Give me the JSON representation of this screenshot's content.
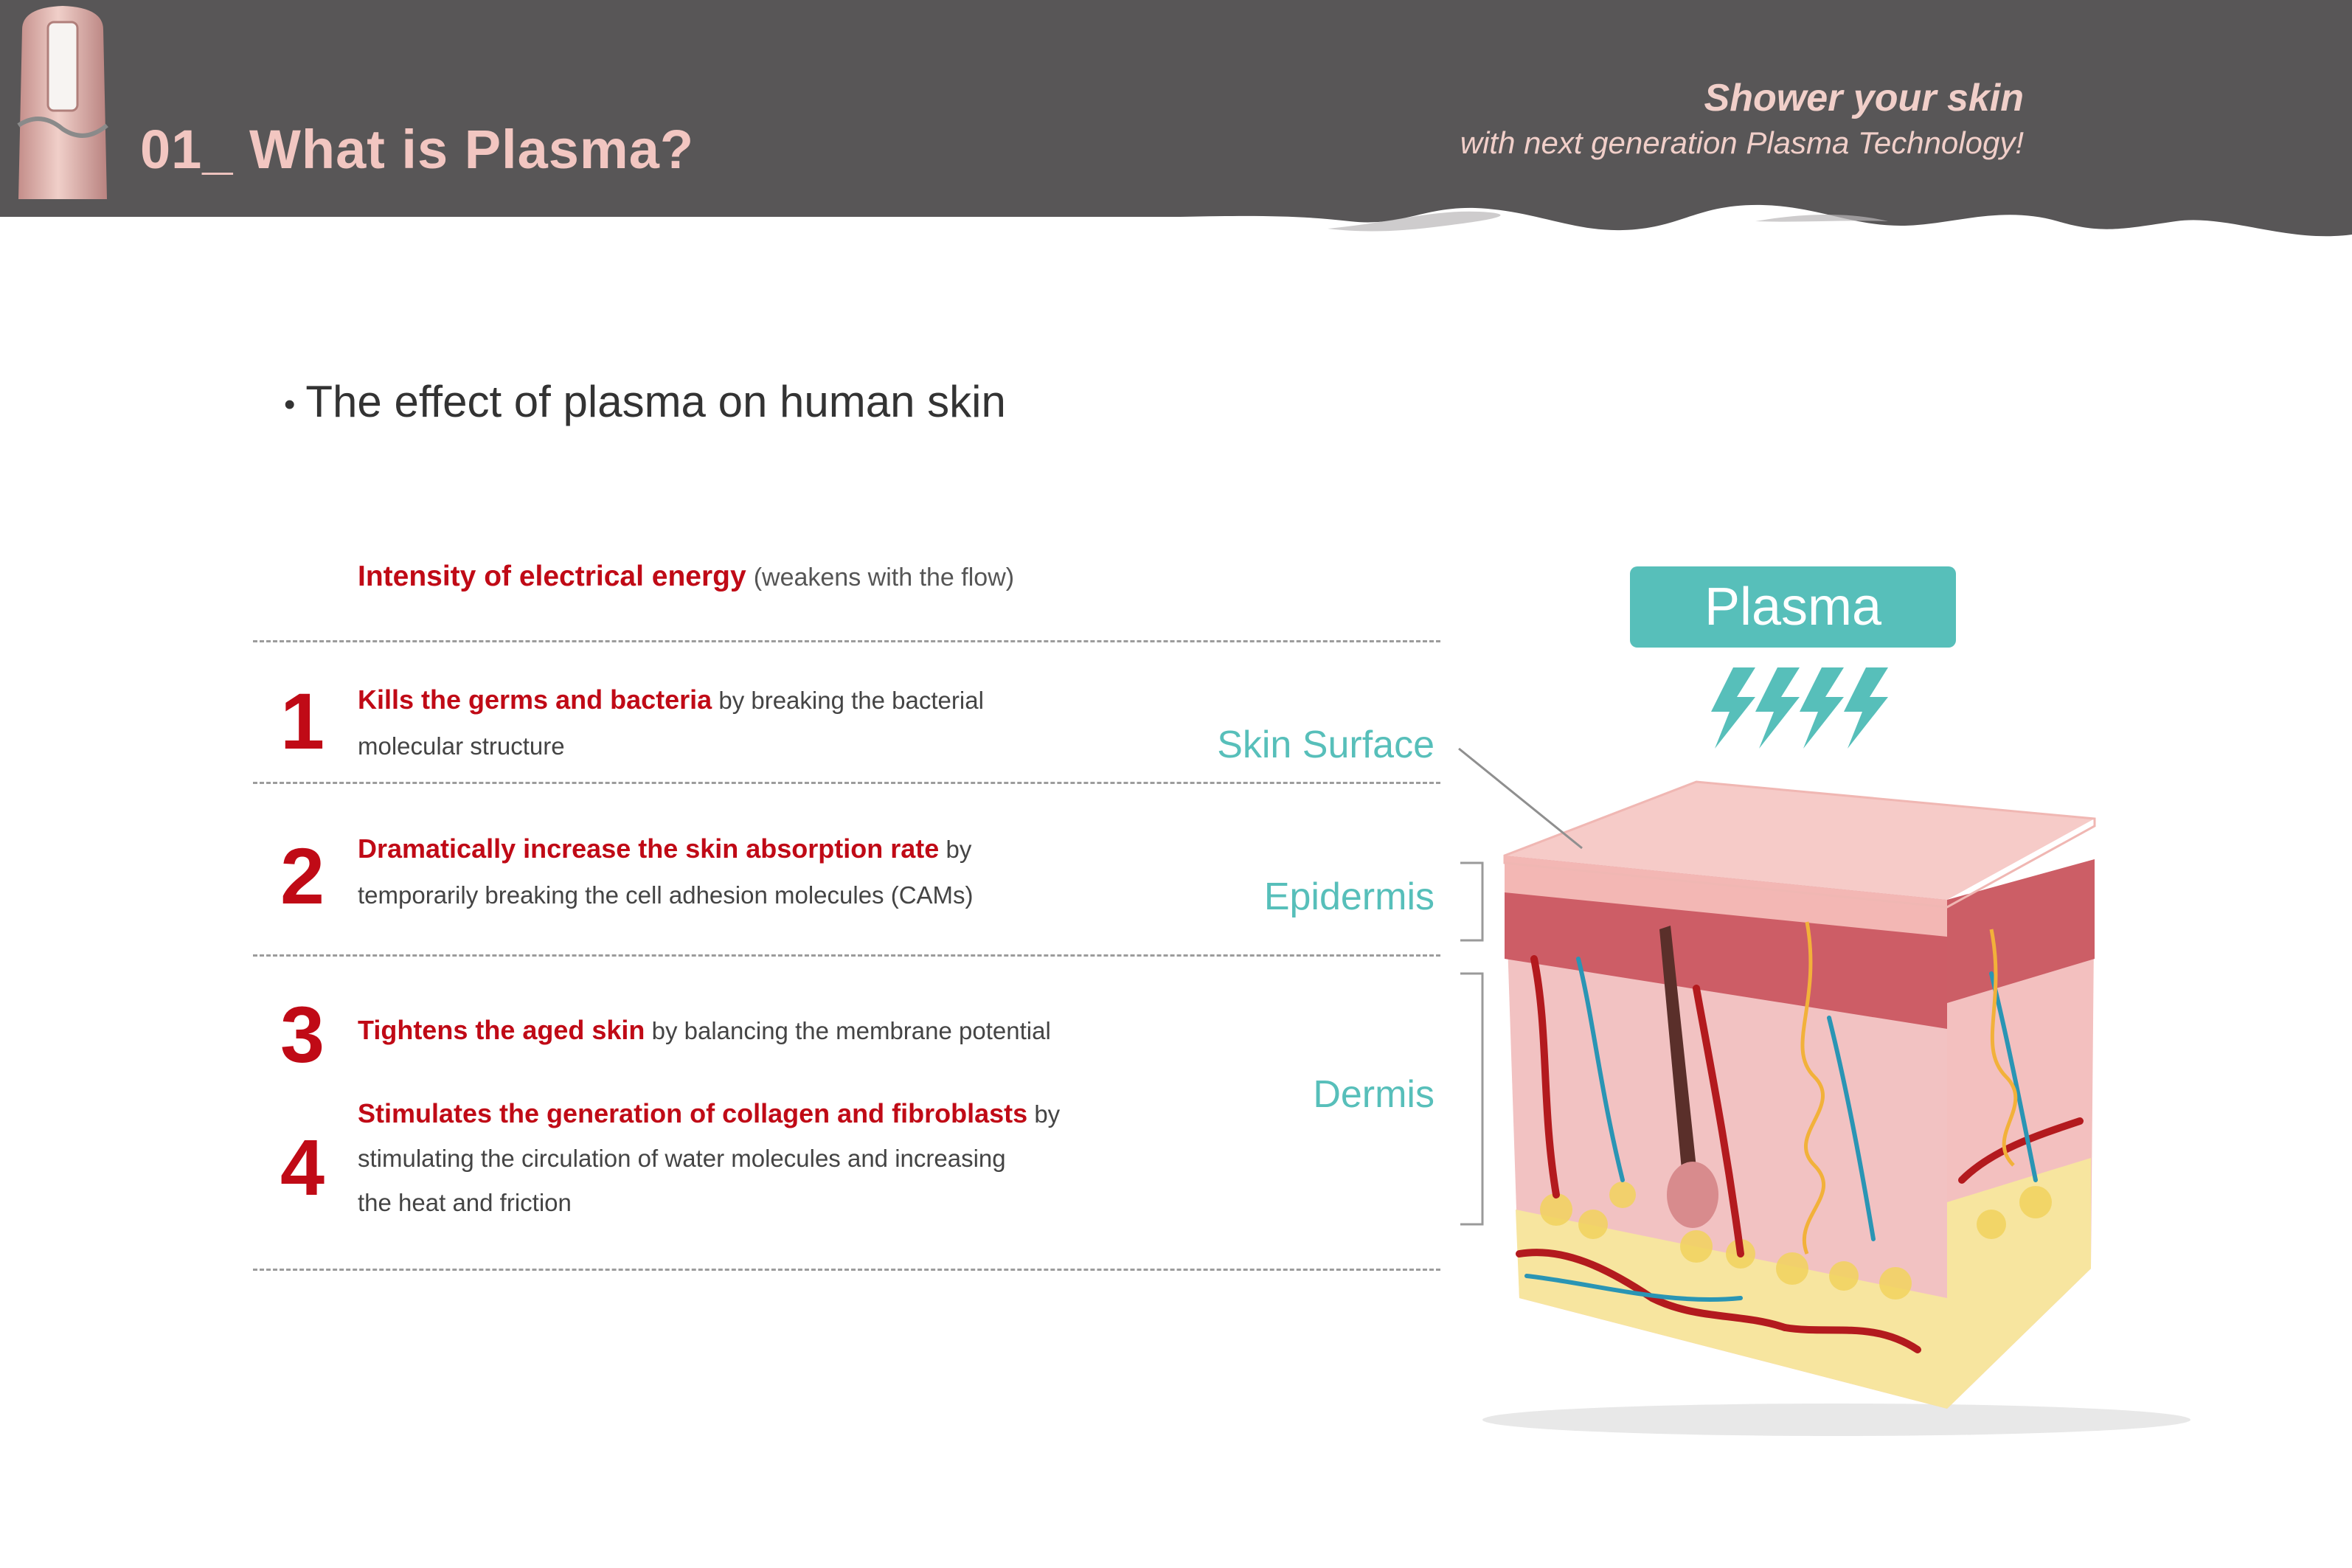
{
  "header": {
    "title": "01_ What is Plasma?",
    "slogan_line1": "Shower your skin",
    "slogan_line2": "with next generation Plasma Technology!",
    "background_color": "#585657",
    "title_color": "#f2c6c1"
  },
  "section": {
    "heading": "The effect of plasma on human skin"
  },
  "intensity": {
    "label": "Intensity of electrical energy",
    "note": "(weakens with the flow)"
  },
  "effects": [
    {
      "number": "1",
      "highlight": "Kills the germs and bacteria",
      "text_line1": "by breaking the bacterial",
      "text_line2": "molecular structure"
    },
    {
      "number": "2",
      "highlight": "Dramatically increase the skin absorption rate",
      "text_line1": "by",
      "text_line2": "temporarily breaking the cell adhesion molecules (CAMs)"
    },
    {
      "number": "3",
      "highlight": "Tightens the aged skin",
      "text_line1": "by balancing the membrane potential"
    },
    {
      "number": "4",
      "highlight": "Stimulates the generation of collagen and fibroblasts",
      "text_line1": "by",
      "text_line2": "stimulating the circulation of water molecules and increasing",
      "text_line3": "the heat and friction"
    }
  ],
  "diagram": {
    "plasma_label": "Plasma",
    "skin_surface_label": "Skin Surface",
    "epidermis_label": "Epidermis",
    "dermis_label": "Dermis",
    "accent_color": "#57bfba",
    "highlight_color": "#c00a16"
  }
}
